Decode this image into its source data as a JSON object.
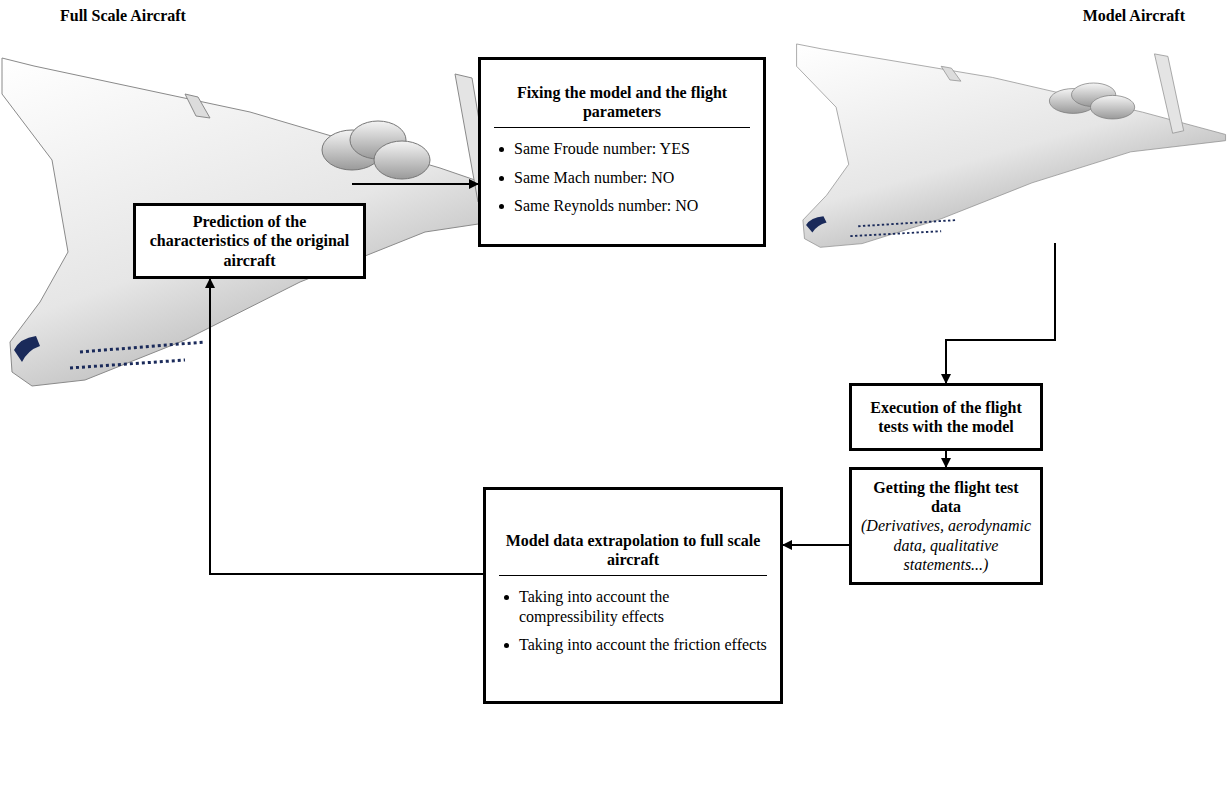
{
  "diagram": {
    "nodes": [
      {
        "text": [
          "Full Scale Aircraft"
        ]
      },
      {
        "text": [
          "Fixing the model and the flight parameters",
          "Same Froude number: YES",
          "Same Mach number: NO",
          "Same Reynolds number: NO"
        ]
      },
      {
        "text": [
          "Model Aircraft"
        ]
      },
      {
        "text": [
          "Execution of the flight tests with the model"
        ]
      },
      {
        "text": [
          "Getting the flight test data",
          "(Derivatives, aerodynamic data, qualitative statements...)"
        ]
      },
      {
        "text": [
          "Model data extrapolation to full scale aircraft",
          "Taking into account the compressibility effects",
          "Taking into account the friction effects"
        ]
      },
      {
        "text": [
          "Prediction of the characteristics of the original aircraft"
        ]
      }
    ],
    "edges": [
      {
        "from": 0,
        "to": 1,
        "arrow": "to"
      },
      {
        "from": 2,
        "to": 3,
        "arrow": "to"
      },
      {
        "from": 3,
        "to": 4,
        "arrow": "to"
      },
      {
        "from": 4,
        "to": 5,
        "arrow": "to"
      },
      {
        "from": 5,
        "to": 6,
        "arrow": "to"
      }
    ]
  }
}
